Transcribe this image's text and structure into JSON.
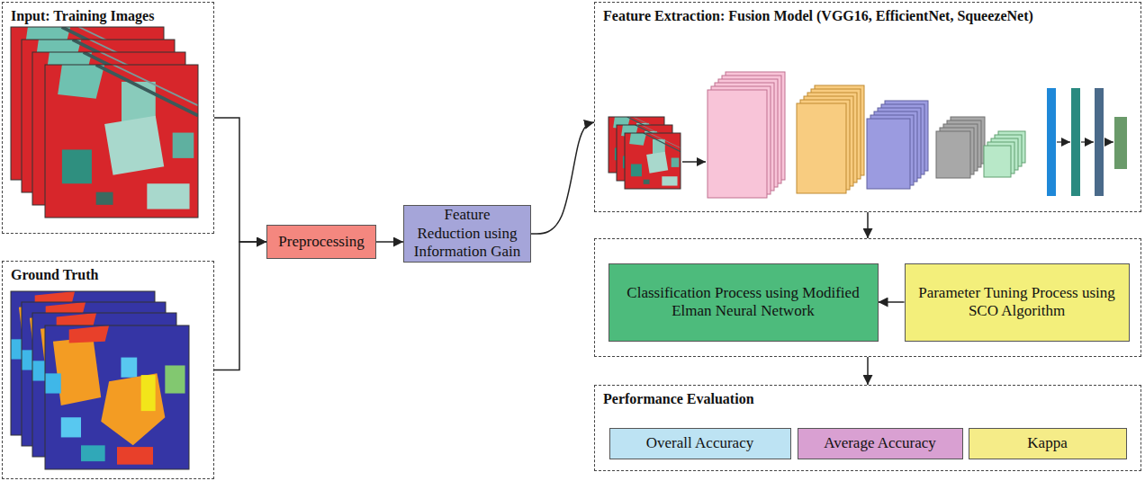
{
  "diagram": {
    "nodes": [
      {
        "text": [
          "Input: Training Images"
        ]
      },
      {
        "text": [
          "Ground Truth"
        ]
      },
      {
        "text": [
          "Preprocessing"
        ]
      },
      {
        "text": [
          "Feature Reduction using Information Gain"
        ]
      },
      {
        "text": [
          "Feature Extraction: Fusion Model (VGG16, EfficientNet, SqueezeNet)"
        ]
      },
      {
        "text": []
      },
      {
        "text": [
          "Classification Process using Modified Elman Neural Network"
        ],
        "in": 5
      },
      {
        "text": [
          "Parameter Tuning Process using SCO Algorithm"
        ],
        "in": 5
      },
      {
        "text": [
          "Performance Evaluation"
        ]
      },
      {
        "text": [
          "Overall Accuracy"
        ],
        "in": 8
      },
      {
        "text": [
          "Average Accuracy"
        ],
        "in": 8
      },
      {
        "text": [
          "Kappa"
        ],
        "in": 8
      }
    ],
    "edges": [
      {
        "from": 0,
        "to": 2,
        "arrow": "to"
      },
      {
        "from": 1,
        "to": 2,
        "arrow": "to"
      },
      {
        "from": 2,
        "to": 3,
        "arrow": "to"
      },
      {
        "from": 3,
        "to": 4,
        "arrow": "to"
      },
      {
        "from": 4,
        "to": 5,
        "arrow": "to"
      },
      {
        "from": 7,
        "to": 6,
        "arrow": "to"
      },
      {
        "from": 5,
        "to": 8,
        "arrow": "to"
      }
    ]
  }
}
